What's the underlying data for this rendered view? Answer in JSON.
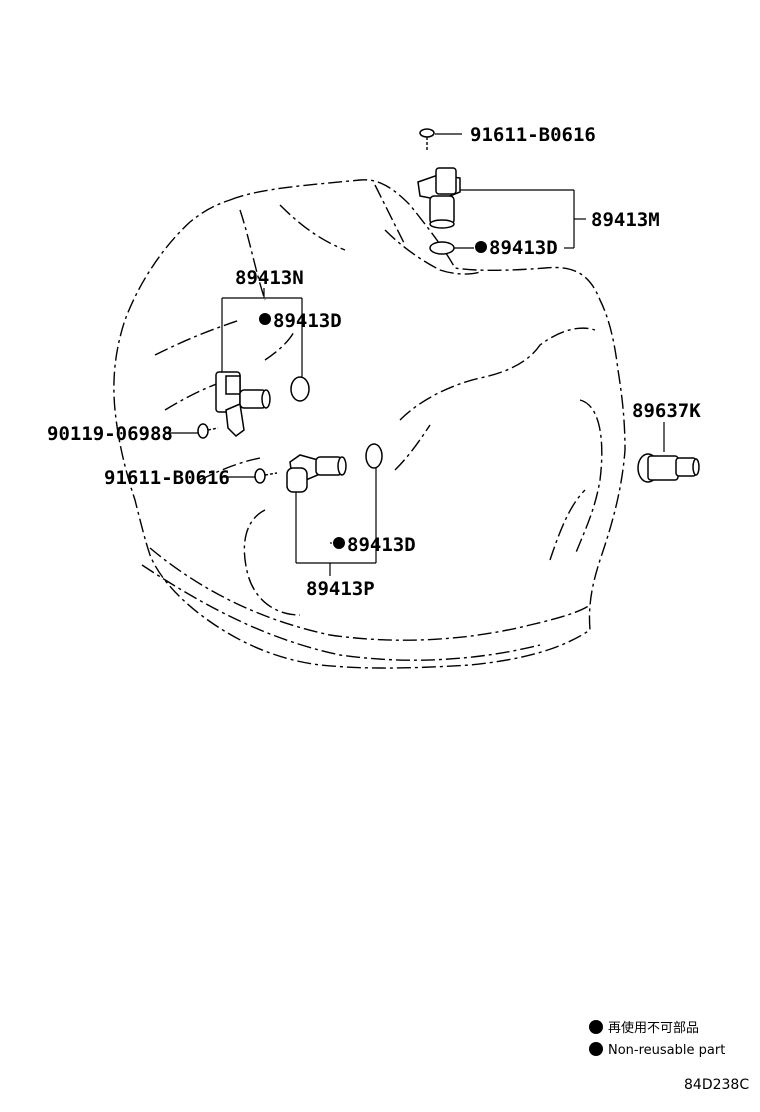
{
  "parts": {
    "bolt_top": "91611-B0616",
    "sensor_m": "89413M",
    "oring_m": "89413D",
    "sensor_n": "89413N",
    "oring_n": "89413D",
    "bolt_left": "90119-06988",
    "bolt_mid": "91611-B0616",
    "sensor_k": "89637K",
    "oring_p": "89413D",
    "sensor_p": "89413P"
  },
  "legend": {
    "line1": "再使用不可部品",
    "line2": "Non-reusable part"
  },
  "diagram_code": "84D238C",
  "non_reusable_marker": "filled-circle-icon"
}
